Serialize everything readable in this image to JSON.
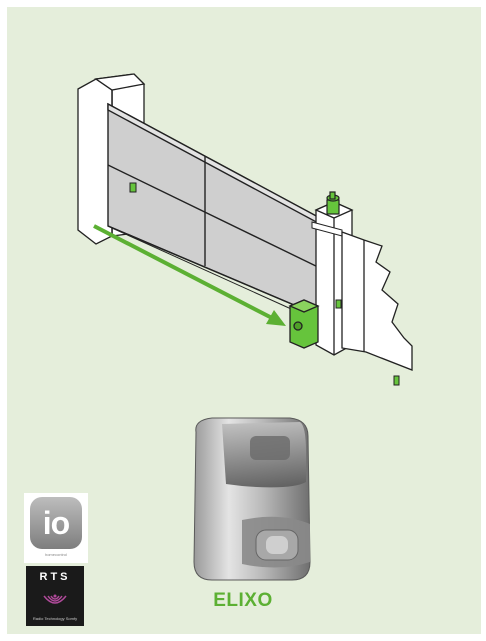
{
  "product": {
    "name": "ELIXO",
    "name_color": "#5cb033"
  },
  "logos": {
    "io": {
      "text": "io",
      "sub": "homecontrol"
    },
    "rts": {
      "text": "RTS",
      "sub": "Radio Technology Somfy"
    }
  },
  "colors": {
    "background": "#e5eedb",
    "motor_green": "#66c43c",
    "arrow_green": "#5cb033"
  },
  "icons": [
    "sliding-gate-illustration",
    "motor-unit-illustration",
    "key-switch-icon",
    "direction-arrow"
  ]
}
